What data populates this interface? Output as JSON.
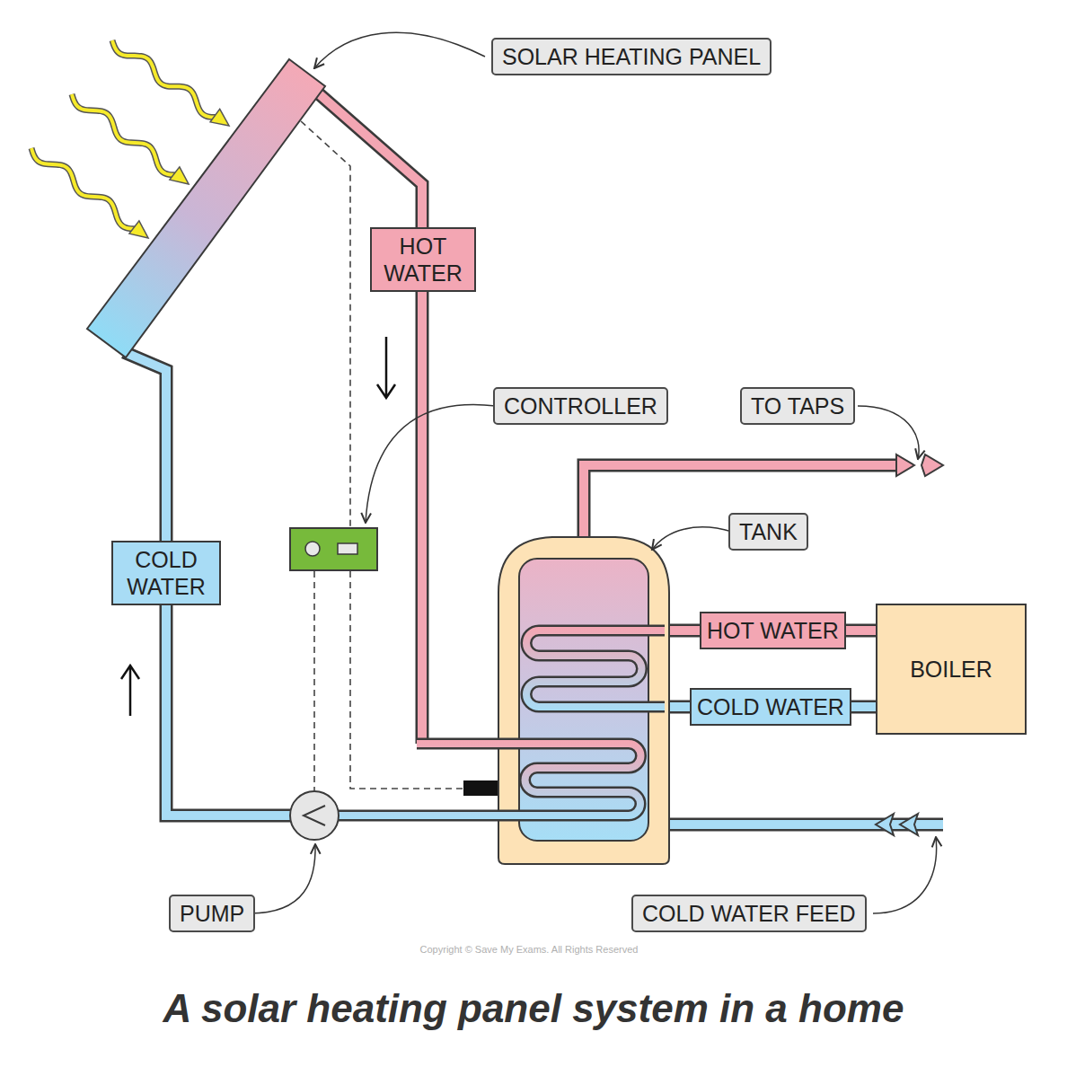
{
  "diagram": {
    "caption": "A solar heating panel system in a home",
    "nodes": [
      {
        "text": [
          "SOLAR HEATING PANEL"
        ]
      },
      {
        "text": [
          "HOT WATER"
        ]
      },
      {
        "text": [
          "CONTROLLER"
        ]
      },
      {
        "text": [
          "TO TAPS"
        ]
      },
      {
        "text": [
          "TANK"
        ]
      },
      {
        "text": [
          "COLD WATER"
        ]
      },
      {
        "text": [
          "HOT WATER"
        ]
      },
      {
        "text": [
          "BOILER"
        ]
      },
      {
        "text": [
          "COLD WATER"
        ]
      },
      {
        "text": [
          "PUMP"
        ]
      },
      {
        "text": [
          "COLD WATER FEED"
        ]
      }
    ],
    "edges": [
      {
        "from": 6,
        "to": 7,
        "arrow": "none"
      },
      {
        "from": 8,
        "to": 7,
        "arrow": "none"
      }
    ],
    "labels": [
      "Copyright © Save My Exams. All Rights Reserved"
    ]
  }
}
